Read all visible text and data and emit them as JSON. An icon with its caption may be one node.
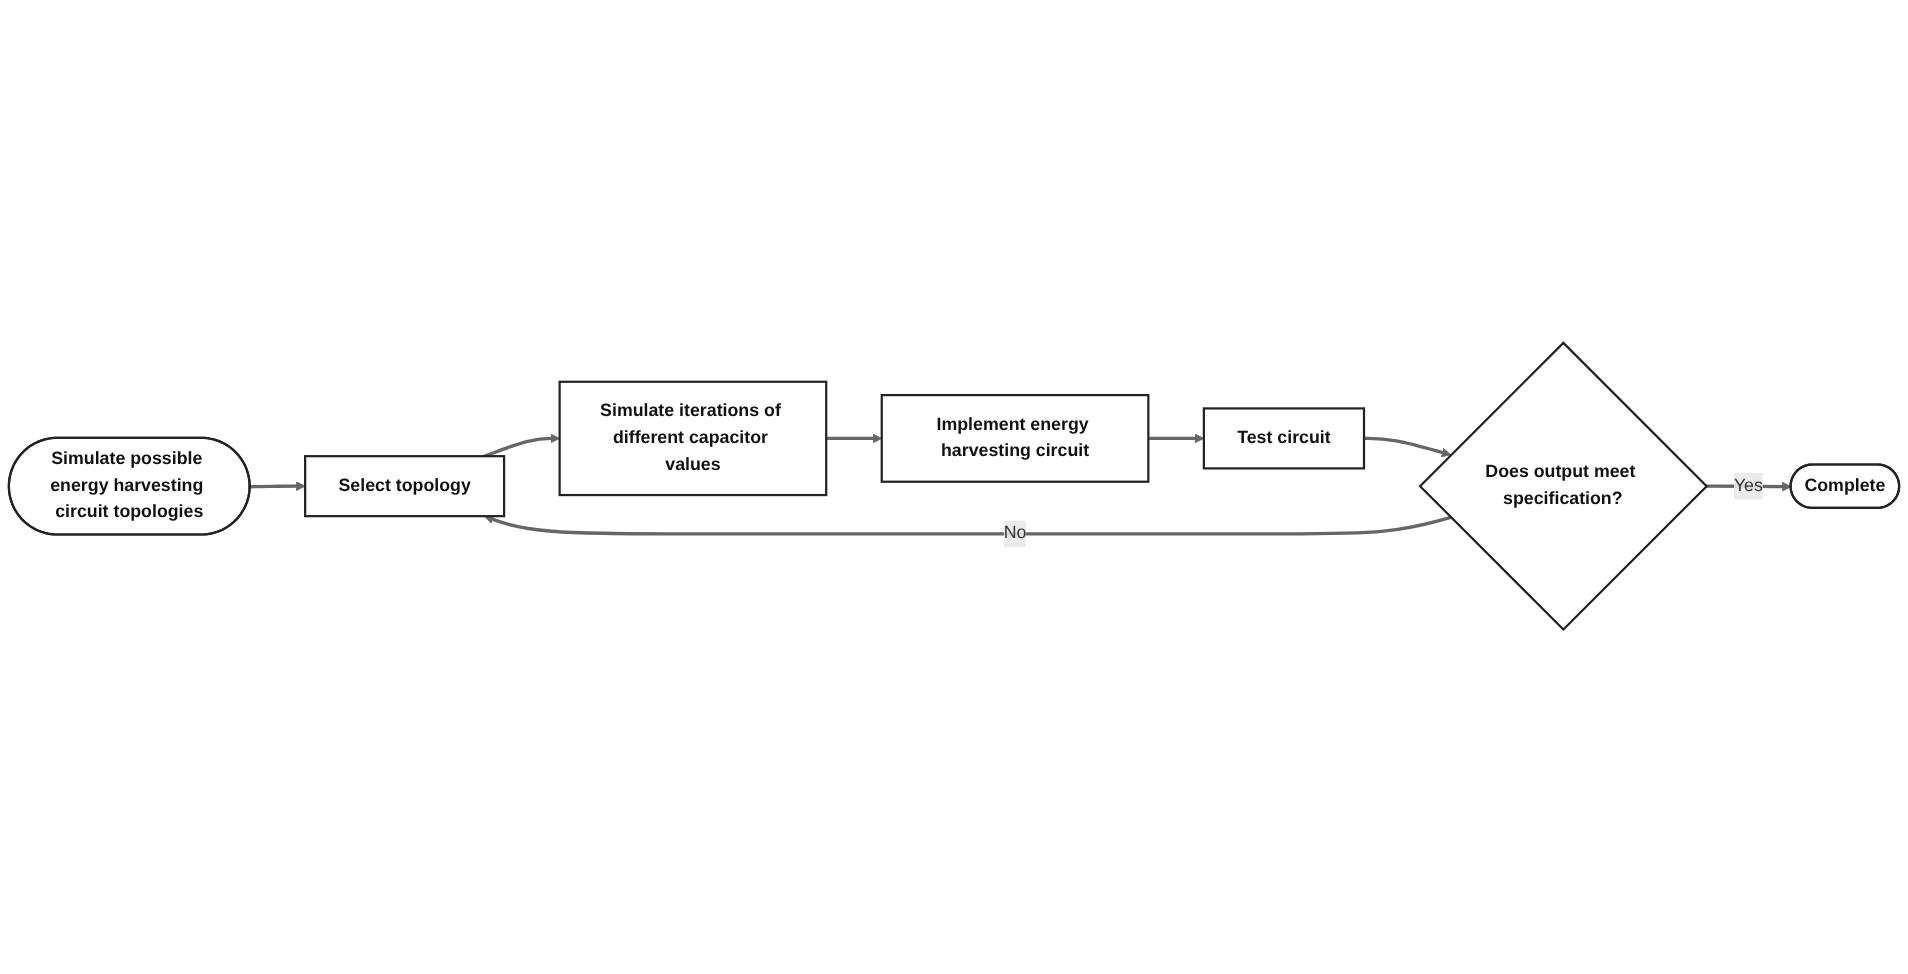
{
  "diagram": {
    "nodes": [
      {
        "text": [
          "Simulate possible energy harvesting circuit topologies"
        ]
      },
      {
        "text": [
          "Select topology"
        ]
      },
      {
        "text": [
          "Simulate iterations of different capacitor values"
        ]
      },
      {
        "text": [
          "Implement energy harvesting circuit"
        ]
      },
      {
        "text": [
          "Test circuit"
        ]
      },
      {
        "text": [
          "Does output meet specification?"
        ]
      },
      {
        "text": [
          "Complete"
        ]
      }
    ],
    "edges": [
      {
        "from": 0,
        "to": 1,
        "arrow": "to"
      },
      {
        "from": 1,
        "to": 2,
        "arrow": "to"
      },
      {
        "from": 2,
        "to": 3,
        "arrow": "to"
      },
      {
        "from": 3,
        "to": 4,
        "arrow": "to"
      },
      {
        "from": 4,
        "to": 5,
        "arrow": "to"
      },
      {
        "from": 5,
        "to": 1,
        "label": "No",
        "arrow": "to"
      },
      {
        "from": 5,
        "to": 6,
        "label": "Yes",
        "arrow": "to"
      }
    ]
  }
}
